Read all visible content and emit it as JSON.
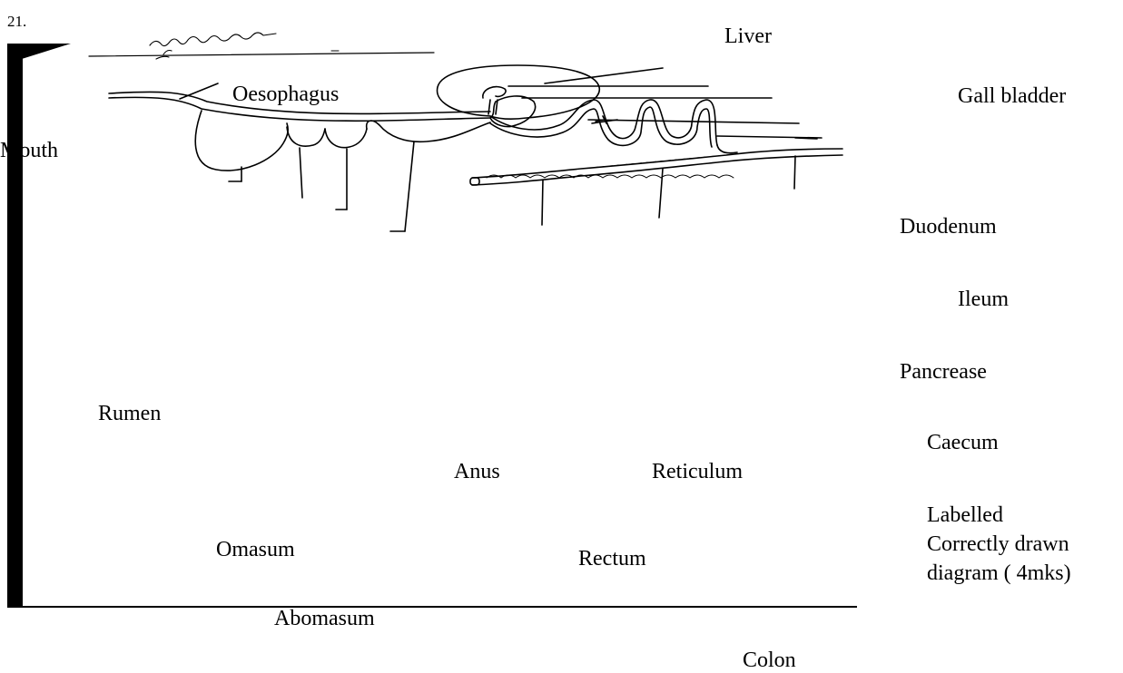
{
  "question_number": "21.",
  "scribble": "",
  "labels": {
    "liver": "Liver",
    "oesophagus": "Oesophagus",
    "gall_bladder": "Gall bladder",
    "mouth": "Mouth",
    "duodenum": "Duodenum",
    "ileum": "Ileum",
    "pancrease": "Pancrease",
    "rumen": "Rumen",
    "caecum": "Caecum",
    "anus": "Anus",
    "reticulum": "Reticulum",
    "omasum": "Omasum",
    "rectum": "Rectum",
    "abomasum": "Abomasum",
    "colon": "Colon"
  },
  "marking_note": {
    "line1": "Labelled",
    "line2": "Correctly drawn",
    "line3": "diagram ( 4mks)"
  }
}
